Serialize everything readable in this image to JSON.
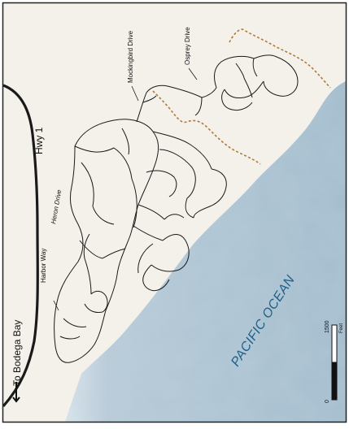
{
  "map": {
    "labels": {
      "hwy": "Hwy 1",
      "bodega": "To Bodega Bay",
      "harbor": "Harbor Way",
      "heron": "Heron Drive",
      "mockingbird": "Mockingbird Drive",
      "osprey": "Osprey Drive",
      "ocean": "PACIFIC OCEAN"
    },
    "scale_bar": {
      "zero": "0",
      "max": "1500",
      "unit": "Feet"
    },
    "colors": {
      "land": "#f4f1ea",
      "ocean": "#a8bfce",
      "ocean_text": "#1e5f88",
      "road": "#1a1a1a",
      "trail": "#b07a3a",
      "frame": "#222222"
    }
  }
}
